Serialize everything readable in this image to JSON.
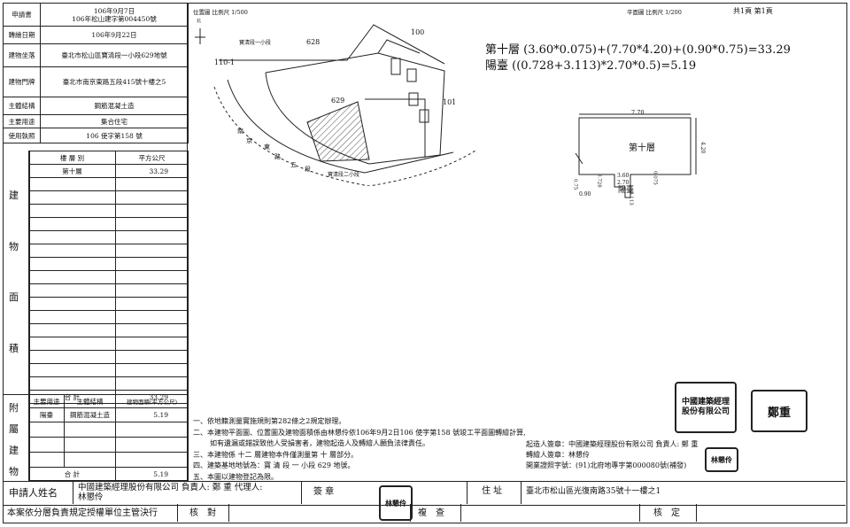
{
  "header_rows": [
    {
      "label": "申請書",
      "value": "106年9月7日\n106年松山建字第004450號"
    },
    {
      "label": "轉繪日期",
      "value": "106年9月22日"
    },
    {
      "label": "建物坐落",
      "value": "臺北市松山區寶清段一小段629地號"
    },
    {
      "label": "建物門牌",
      "value": "臺北市南京東路五段415號十樓之5"
    },
    {
      "label": "主體結構",
      "value": "鋼筋混凝土造"
    },
    {
      "label": "主要用途",
      "value": "集合住宅"
    },
    {
      "label": "使用執照",
      "value": "106 使字第158 號"
    }
  ],
  "main_table": {
    "side_label_chars": [
      "建",
      "物",
      "面",
      "積"
    ],
    "col_headers": [
      "樓 層 別",
      "平方公尺"
    ],
    "rows": [
      {
        "floor": "第十層",
        "area": "33.29"
      }
    ],
    "total_label": "合 計",
    "total_value": "33.29"
  },
  "annex_table": {
    "side_label_chars": [
      "附",
      "屬",
      "建",
      "物"
    ],
    "col_headers": [
      "主要用途",
      "主體結構",
      "建物面積(平方公尺)"
    ],
    "rows": [
      {
        "use": "陽臺",
        "structure": "鋼筋混凝土造",
        "area": "5.19"
      }
    ],
    "total_label": "合 計",
    "total_value": "5.19"
  },
  "site_plan": {
    "title": "位置圖 比例尺 1/500",
    "north": "北",
    "lot_labels": [
      "628",
      "100",
      "110-1",
      "629",
      "101"
    ],
    "road_upper": "寶清段一小段",
    "road_lower": "寶清段二小段",
    "road_chars": [
      "南",
      "京",
      "東",
      "路",
      "五",
      "段"
    ]
  },
  "floor_plan": {
    "scale": "平面圖 比例尺 1/200",
    "pages": "共1頁 第1頁",
    "formula_1": "第十層 (3.60*0.075)+(7.70*4.20)+(0.90*0.75)=33.29",
    "formula_2": "陽臺 ((0.728+3.113)*2.70*0.5)=5.19",
    "room_label": "第十層",
    "balcony_label": "陽臺",
    "dims": {
      "top": "7.70",
      "right": "4.20",
      "d360": "3.60",
      "d270": "2.70",
      "d090": "0.90",
      "d075a": "0.75",
      "d075b": "0.075",
      "d0728": "0.728",
      "d3113": "3.113"
    }
  },
  "notes": [
    "一、依地籍測量實施規則第282條之2規定辦理。",
    "二、本建物平面圖、位置圖及建物面積係由林懇伶依106年9月2日106 使字第158 號竣工平面圖轉繪計算,",
    "如有遺漏或錯誤致他人受損害者，建物起造人及轉繪人願負法律責任。",
    "三、本建物係 十二 層建物本件僅測量第 十 層部分。",
    "四、建築基地地號為：寶 清 段 一 小段 629 地號。",
    "五、本圖以建物登記為限。"
  ],
  "signatures": {
    "builder": "起造人簽章：中國建築經理股份有限公司 負責人: 鄭 重",
    "drafter": "轉繪人簽章：林懇伶",
    "license": "開業證照字號：(91)北府地專字第000080號(補發)"
  },
  "stamps": [
    "中國建築經理股份有限公司",
    "鄭重",
    "林懇伶"
  ],
  "footer": {
    "applicant_label": "申請人姓名",
    "applicant_value": "中國建築經理股份有限公司 負責人: 鄭 重 代理人:\n林懇伶",
    "seal_label": "簽 章",
    "address_label": "住 址",
    "address_value": "臺北市松山區光復南路35號十一樓之1",
    "bottom_note": "本案依分層負責規定授權單位主管決行",
    "check1": "核　對",
    "check2": "複　查",
    "check3": "核　定"
  }
}
